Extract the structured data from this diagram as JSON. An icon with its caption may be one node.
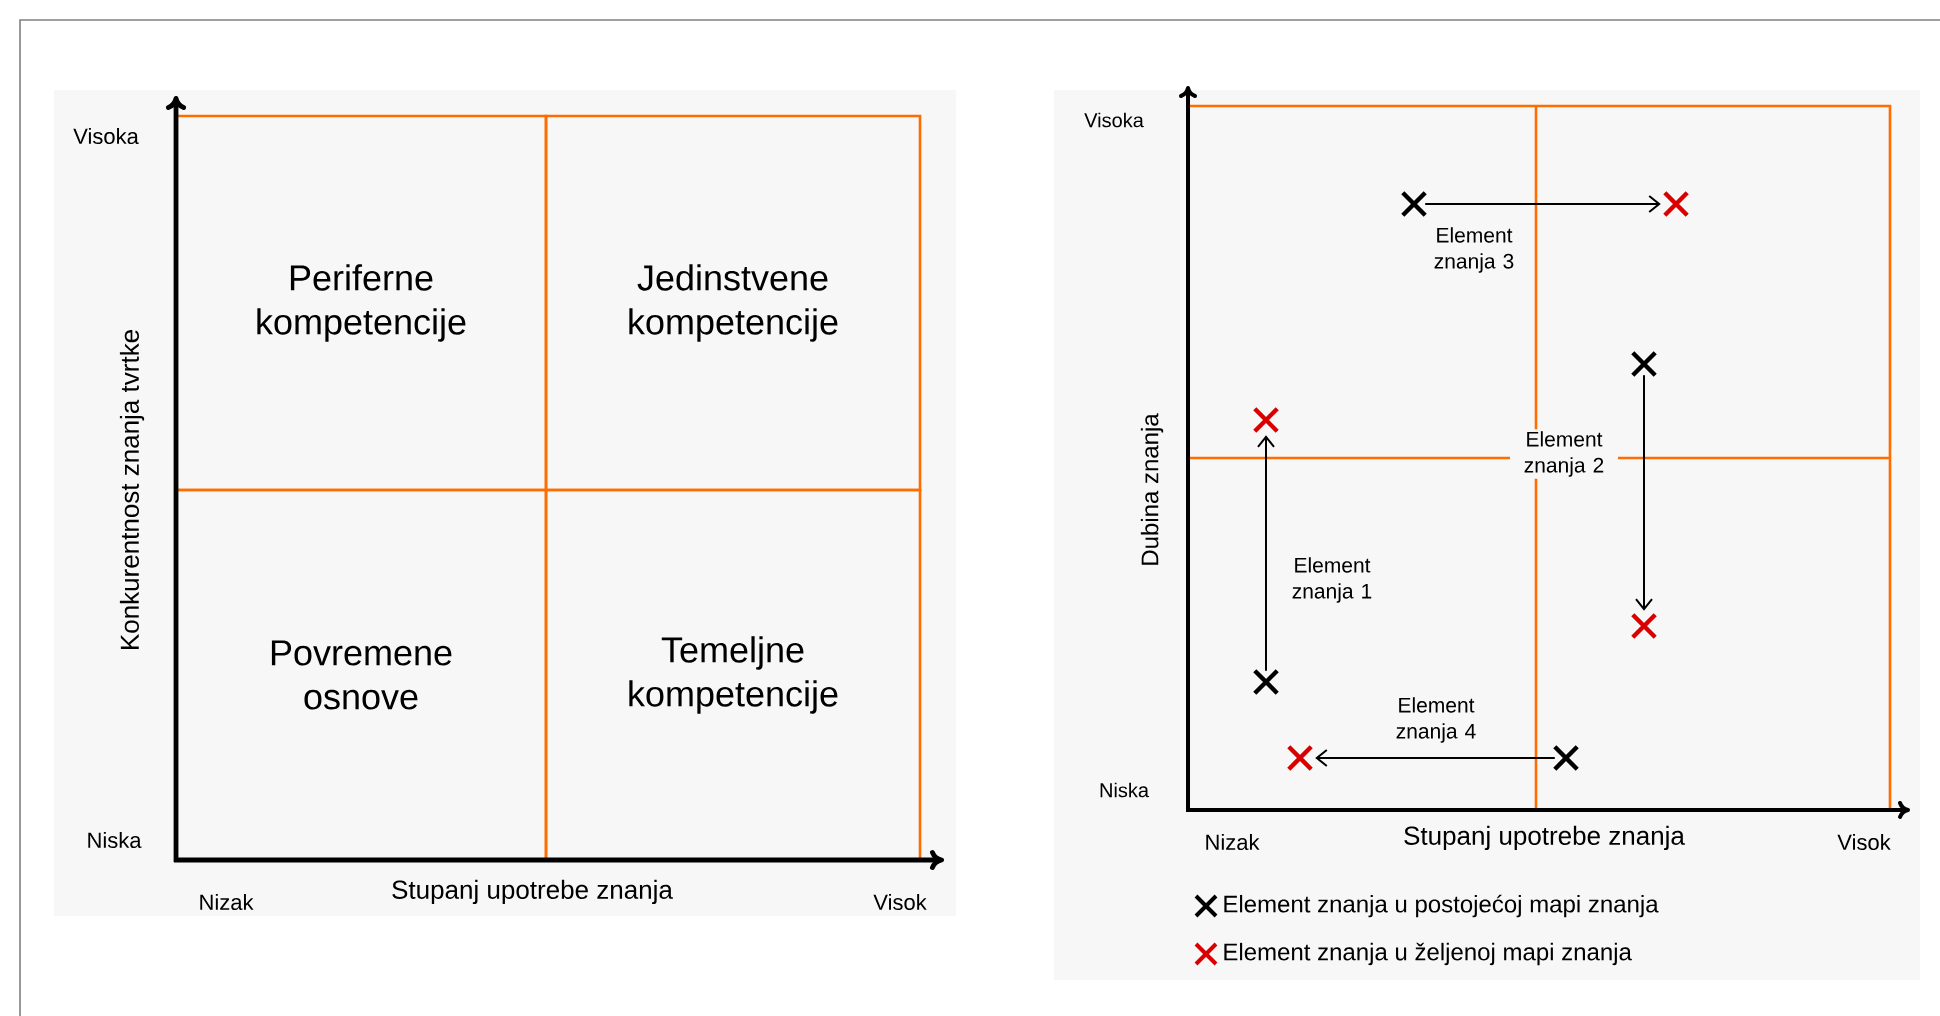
{
  "diagram": {
    "nodes": [
      {
        "text": [
          "Periferne kompetencije"
        ]
      },
      {
        "text": [
          "Jedinstvene kompetencije"
        ]
      },
      {
        "text": [
          "Povremene osnove"
        ]
      },
      {
        "text": [
          "Temeljne kompetencije"
        ]
      },
      {
        "text": [],
        "shape": "cross"
      },
      {
        "text": [],
        "shape": "cross"
      },
      {
        "text": [],
        "shape": "cross"
      },
      {
        "text": [],
        "shape": "cross"
      },
      {
        "text": [],
        "shape": "cross"
      },
      {
        "text": [],
        "shape": "cross"
      },
      {
        "text": [],
        "shape": "cross"
      },
      {
        "text": [],
        "shape": "cross"
      }
    ],
    "edges": [
      {
        "from": 4,
        "to": 5,
        "arrow": "to",
        "label": "Element znanja 3"
      },
      {
        "from": 6,
        "to": 8,
        "arrow": "to",
        "label": "Element znanja 2"
      },
      {
        "from": 9,
        "to": 7,
        "arrow": "to",
        "label": "Element znanja 1"
      },
      {
        "from": 11,
        "to": 10,
        "arrow": "to",
        "label": "Element znanja 4"
      }
    ],
    "labels": [
      "Visoka",
      "Konkurentnost znanja tvrtke",
      "Niska",
      "Nizak",
      "Stupanj upotrebe znanja",
      "Visok",
      "Visoka",
      "Dubina znanja",
      "Niska",
      "Nizak",
      "Stupanj upotrebe znanja",
      "Visok"
    ],
    "legend": [
      {
        "text": "Element znanja u postojećoj mapi znanja"
      },
      {
        "text": "Element znanja u željenoj mapi znanja"
      }
    ]
  }
}
